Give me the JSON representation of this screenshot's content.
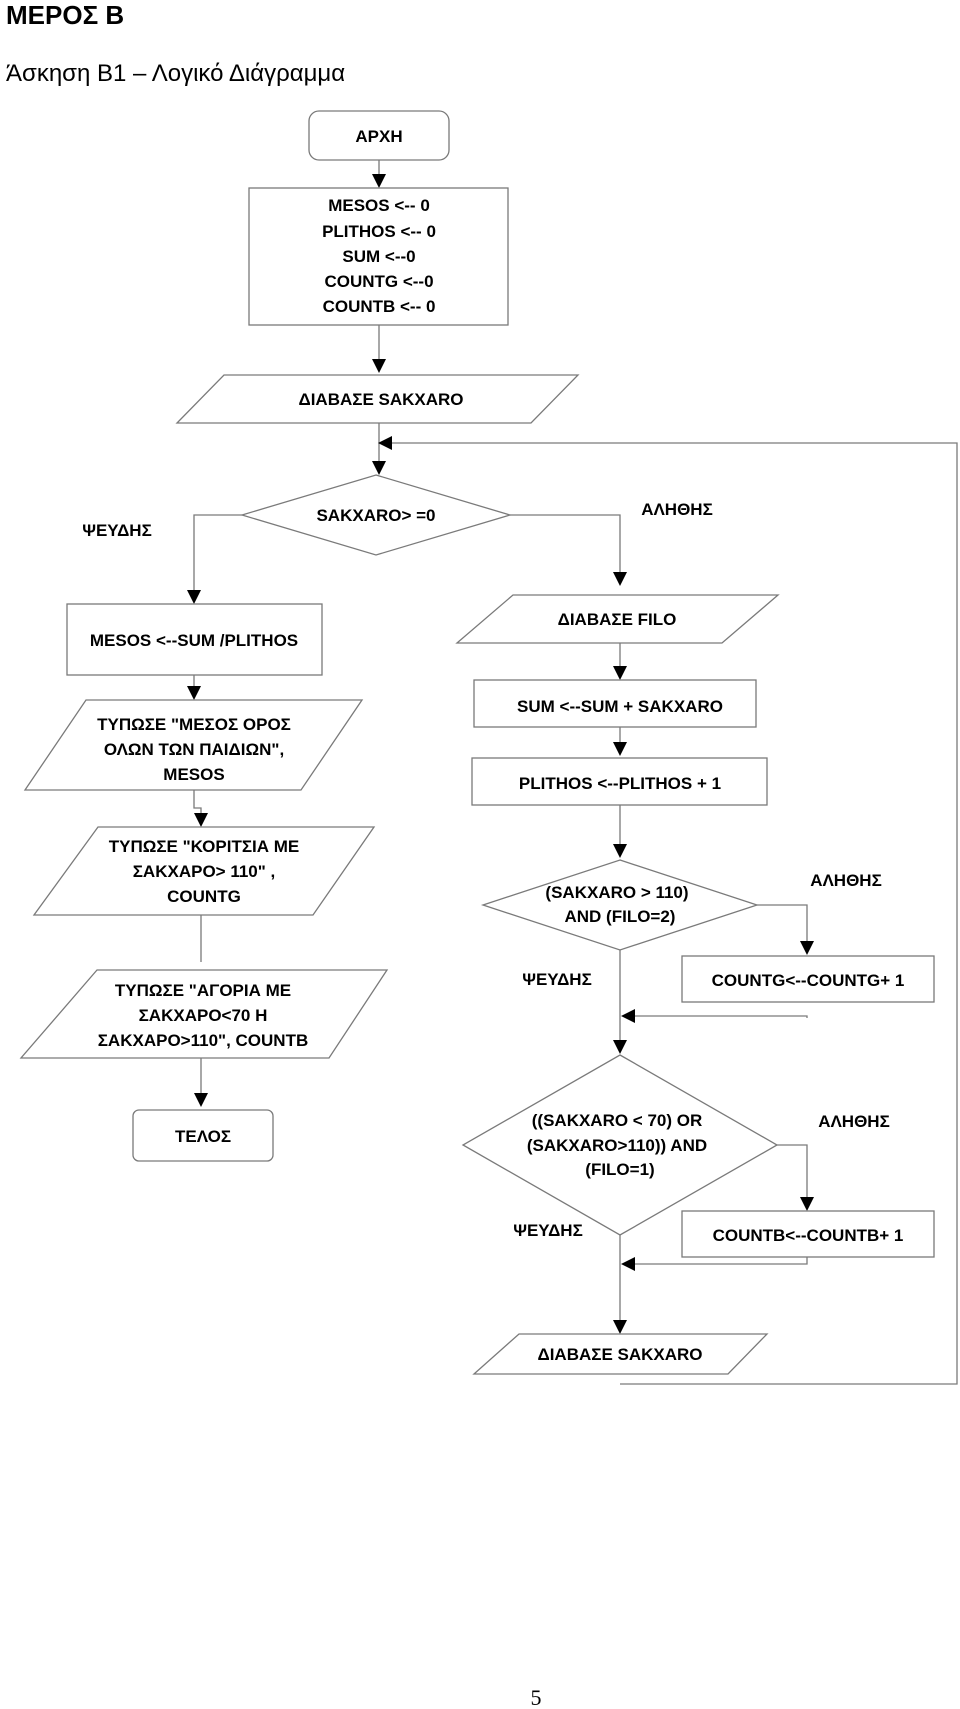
{
  "page": {
    "heading": "ΜΕΡΟΣ Β",
    "subheading": "Άσκηση Β1 – Λογικό Διάγραμμα",
    "page_number": "5"
  },
  "flow": {
    "start": "ΑΡΧΗ",
    "init": [
      "MESOS <-- 0",
      "PLITHOS <-- 0",
      "SUM <--0",
      "COUNTG <--0",
      "COUNTB <-- 0"
    ],
    "read1": "ΔΙΑΒΑΣΕ  SAKXARO",
    "loop_cond": "SAKXARO> =0",
    "loop_false": "ΨΕΥΔΗΣ",
    "loop_true": "ΑΛΗΘΗΣ",
    "mean": "MESOS <--SUM /PLITHOS",
    "print_mean": [
      "ΤΥΠΩΣΕ \"ΜΕΣΟΣ ΟΡΟΣ",
      "ΟΛΩΝ ΤΩΝ ΠΑΙΔΙΩΝ\",",
      "MESOS"
    ],
    "print_girls": [
      "ΤΥΠΩΣΕ \"ΚΟΡΙΤΣΙΑ ΜΕ",
      "ΣΑΚΧΑΡΟ> 110\" ,",
      "COUNTG"
    ],
    "print_boys": [
      "ΤΥΠΩΣΕ \"ΑΓΟΡΙΑ ΜΕ",
      "ΣΑΚΧΑΡΟ<70 Η",
      "ΣΑΚΧΑΡΟ>110\", COUNTB"
    ],
    "end": "ΤΕΛΟΣ",
    "read_filo": "ΔΙΑΒΑΣΕ FILO",
    "sum": "SUM <--SUM + SAKXARO",
    "plithos": "PLITHOS <--PLITHOS + 1",
    "cond_girls": [
      "(SAKXARO > 110)",
      "AND (FILO=2)"
    ],
    "girls_true": "ΑΛΗΘΗΣ",
    "girls_false": "ΨΕΥΔΗΣ",
    "countg": "COUNTG<--COUNTG+ 1",
    "cond_boys": [
      "((SAKXARO < 70) OR",
      "(SAKXARO>110)) AND",
      "(FILO=1)"
    ],
    "boys_true": "ΑΛΗΘΗΣ",
    "boys_false": "ΨΕΥΔΗΣ",
    "countb": "COUNTB<--COUNTB+ 1",
    "read2": "ΔΙΑΒΑΣΕ  SAKXARO"
  }
}
